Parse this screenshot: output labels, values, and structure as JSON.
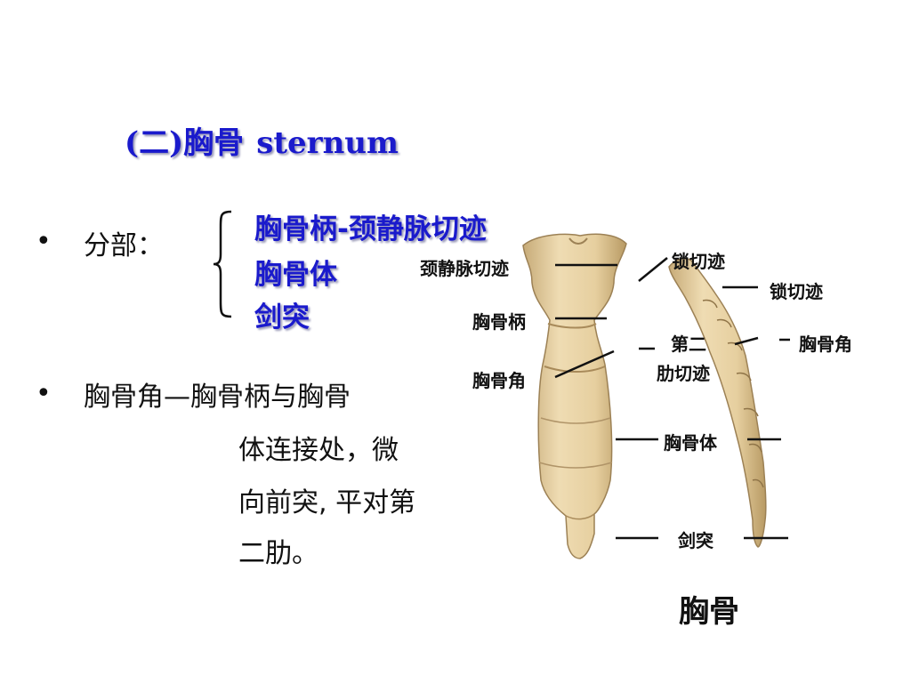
{
  "slide": {
    "title_cn": "(二)胸骨",
    "title_en": "sternum",
    "bullet_char": "•",
    "parts_label": "分部：",
    "parts": [
      "胸骨柄-颈静脉切迹",
      "胸骨体",
      "剑突"
    ],
    "angle_heading": "胸骨角—胸骨柄与胸骨",
    "angle_lines": [
      "体连接处，微",
      "向前突, 平对第",
      "二肋。"
    ]
  },
  "figure": {
    "labels": {
      "jugular_notch": "颈静脉切迹",
      "manubrium": "胸骨柄",
      "sternal_angle_left": "胸骨角",
      "clavicular_notch_top": "锁切迹",
      "clavicular_notch_right": "锁切迹",
      "second_costal_line1": "第二",
      "second_costal_line2": "肋切迹",
      "sternal_angle_right": "胸骨角",
      "body": "胸骨体",
      "xiphoid": "剑突"
    },
    "caption": "胸骨",
    "colors": {
      "bone": "#e8d3a6",
      "bone_shadow": "#b79a66",
      "accent": "#1a1acc"
    }
  }
}
